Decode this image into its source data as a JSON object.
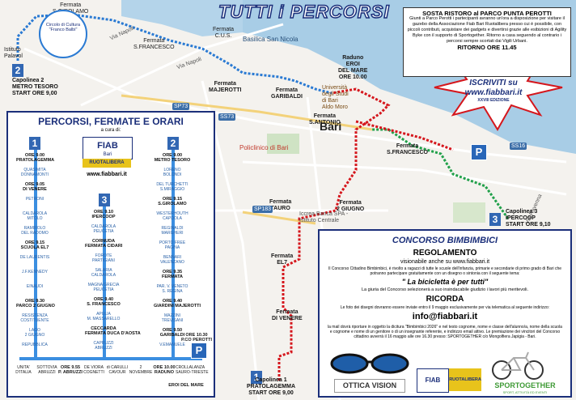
{
  "title": "TUTTI i PERCORSI",
  "topbox": {
    "heading": "SOSTA RISTORO al PARCO PUNTA PEROTTI",
    "body": "Giunti a Parco Perotti i partecipanti avranno un'ora a disposizione per visitare il gazebo della Associazione Fiab Bari Ruotalibera presso cui è possibile, con piccoli contributi, acquistare dei gadgets e divertirsi grazie alle esibizioni di Agility Byke con il supporto di Sportogether. Ritorno a casa seguendo al contrario i percorsi sempre scortati dai Vigili Urbani.",
    "return": "RITORNO ORE 11.45"
  },
  "promo": {
    "line1": "ISCRIVITI su",
    "line2": "www.fiabbari.it",
    "edition": "XXVIII EDIZIONE"
  },
  "map_labels": {
    "istituto": "Istituto\nPalavol",
    "fermata_girolamo": "Fermata\nS.GIROLAMO",
    "fermata_cus": "Fermata\nC.U.S.",
    "fermata_francesco1": "Fermata\nS.FRANCESCO",
    "via_napoli": "Via Napoli",
    "via_napoli2": "Via Napoli",
    "basilica": "Basilica San Nicola",
    "raduno": "Raduno\nEROI\nDEL MARE\nORE 10.00",
    "fermata_majerotti": "Fermata\nMAJEROTTI",
    "fermata_garibaldi": "Fermata\nGARIBALDI",
    "universita": "Università\ndegli Studi\ndi Bari\nAldo Moro",
    "bari": "Bari",
    "fermata_santonio": "Fermata\nS.ANTONIO",
    "fermata_sfrancesco2": "Fermata\nS.FRANCESCO",
    "policlinico": "Policlinico di Bari",
    "fermata_2giugno": "Fermata\n2 GIUGNO",
    "fermata_tauro": "Fermata\nTAURO",
    "iccrea": "Iccrea Banca SPA -\nIstituto Centrale",
    "fermata_el7": "Fermata\nEL7",
    "fermata_divenere": "Fermata\nDI VENERE",
    "capolinea1": "Capolinea 1\nPRATOLAGEMMA\nSTART ORE 9,00",
    "capolinea2": "Capolinea 2\nMETRO TESORO\nSTART ORE 9,00",
    "capolinea3": "Capolinea 3\nIPERCOOP\nSTART ORE 9,10",
    "ss73": "SS73",
    "sp73": "SP73",
    "ss16": "SS16",
    "sp183": "SP183",
    "via_ravenna": "Via Ravenna",
    "circolo": "Circolo di Cultura\n\"Franco Balbi\""
  },
  "panel": {
    "title": "PERCORSI, FERMATE E ORARI",
    "curated": "a cura di:",
    "fiab": "FIAB",
    "bari": "Bari",
    "ruotalibera": "RUOTALIBERA",
    "site": "www.fiabbari.it",
    "n1": "1",
    "n2": "2",
    "n3": "3",
    "p": "P",
    "col1": [
      {
        "t": "ORE 9.00\nPRATOLAGEMMA",
        "b": true
      },
      {
        "t": "QUASIMITA\nDONNAMONTI",
        "b": false
      },
      {
        "t": "ORE 9.05\nDI VENERE",
        "b": true
      },
      {
        "t": "PETRONI",
        "b": false
      },
      {
        "t": "CALDAROLA\nMITOLO",
        "b": false
      },
      {
        "t": "RAMIROLO\nDEL RADOMO",
        "b": false
      },
      {
        "t": "ORE 9.15\nSCUOLA EL7",
        "b": true
      },
      {
        "t": "DE LAURENTIS",
        "b": false
      },
      {
        "t": "J.F.KENNEDY",
        "b": false
      },
      {
        "t": "EINAUDI",
        "b": false
      },
      {
        "t": "ORE 9.30\nPARCO 2 GIUGNO",
        "b": true
      },
      {
        "t": "RESISTENZA\nCOSTITUENTE",
        "b": false
      },
      {
        "t": "LAGO\n2 GIUGNO",
        "b": false
      },
      {
        "t": "REPUBBLICA",
        "b": false
      }
    ],
    "col3": [
      {
        "t": "ORE 9.10\nIPERCOOP",
        "b": true
      },
      {
        "t": "CALDAROLA\nPEUCETIA",
        "b": false
      },
      {
        "t": "CORNUDA\nFERMATA CIDARI",
        "b": true
      },
      {
        "t": "FOROTE\nPARTIGIANI",
        "b": false
      },
      {
        "t": "SALARIA\nCALDAROLA",
        "b": false
      },
      {
        "t": "MAGNA GRECIA\nPEUCETIA",
        "b": false
      },
      {
        "t": "ORE 9.40\nS. FRANCESCO",
        "b": true
      },
      {
        "t": "APULIA\nM. MASSARELLO",
        "b": false
      },
      {
        "t": "CECCARDA\nFERMATA DUCA D'AOSTA",
        "b": true
      },
      {
        "t": "CAPRUZZI\nABRUZZI",
        "b": false
      }
    ],
    "col2": [
      {
        "t": "ORE 9.00\nMETRO TESORO",
        "b": true
      },
      {
        "t": "LORENO\nBOLONDI",
        "b": false
      },
      {
        "t": "DEL TURCHETTI\nS.MIRAGGIO",
        "b": false
      },
      {
        "t": "ORE 9.15\nS.GIROLAMO",
        "b": true
      },
      {
        "t": "WESTERHOUTH\nCAPDOLA",
        "b": false
      },
      {
        "t": "REGINALDI\nMARGHERI",
        "b": false
      },
      {
        "t": "PORTO FREE\nPAGINA",
        "b": false
      },
      {
        "t": "BENNARI\nVALENZANO",
        "b": false
      },
      {
        "t": "ORE 9.35\nFERMATA",
        "b": true
      },
      {
        "t": "PAR. V. VENETO\nS. REGINA",
        "b": false
      },
      {
        "t": "ORE 9.40\nGIARDINI MAJEROTTI",
        "b": true
      },
      {
        "t": "MAZZINI\nTREVISANI",
        "b": false
      },
      {
        "t": "ORE 9.50\nGARIBALDI",
        "b": true
      },
      {
        "t": "V.EMANUELE",
        "b": false
      }
    ],
    "bottom": [
      {
        "t": "UNITA'\nD'ITALIA",
        "b": false
      },
      {
        "t": "SOTTOVIA\nABRUZZI",
        "b": false
      },
      {
        "t": "ORE 9.55\nP. ABRUZZI",
        "b": true
      },
      {
        "t": "DE VIORA\nCOGNETTI",
        "b": false
      },
      {
        "t": "di CARULLI\nCAVOUR",
        "b": false
      },
      {
        "t": "2\nNOVEMBRE",
        "b": false
      },
      {
        "t": "ORE 10.00\nRADUNO",
        "b": true
      },
      {
        "t": "CROLLALANZA\nSAURO-TRIESTE",
        "b": false
      }
    ],
    "ore1030": "ORE 10.30\nP.CO PEROTTI",
    "eroi": "EROI DEL MARE"
  },
  "contest": {
    "title": "CONCORSO BIMBIMBICI",
    "reg": "REGOLAMENTO",
    "visible": "visionabile anche su www.fiabbari.it",
    "p1": "Il Concorso Cittadino Bimbimbici, è rivolto a ragazzi di tutte le scuole dell'infanzia, primarie e secondarie di primo grado di Bari che potranno partecipare gratuitamente con un disegno o sintonia con il seguente tema:",
    "theme": "\" La bicicletta è per tutti\"",
    "jury": "La giuria del Concorso selezionerà a suo insindacabile giudizio i lavori più meritevoli.",
    "ricorda": "RICORDA",
    "p2": "Le foto dei disegni dovranno essere inviate entro il 9 maggio esclusivamente per via telematica al seguente indirizzo:",
    "email": "info@fiabbari.it",
    "p3": "la mail dovrà riportare in oggetto la dicitura \"Bimbimbici 2026\" e nel testo cognome, nome e classe dell'alunno/a, nome della scuola e cognome e nome di un genitore o di un insegnante referente, e indirizzo email attivo. Le premiazione dei vincitori del Concorso cittadino avverrà il 16 maggio alle ore 16.30 presso: SPORTOGETHER c/o Mongolfiera Japigia - Bari.",
    "sponsors": [
      "OTTICA VISION",
      "FIAB",
      "RUOTALIBERA",
      "SPORTOGETHER"
    ],
    "sport_sub": "SPORT, ATTIVITÀ ED EVENTI"
  }
}
